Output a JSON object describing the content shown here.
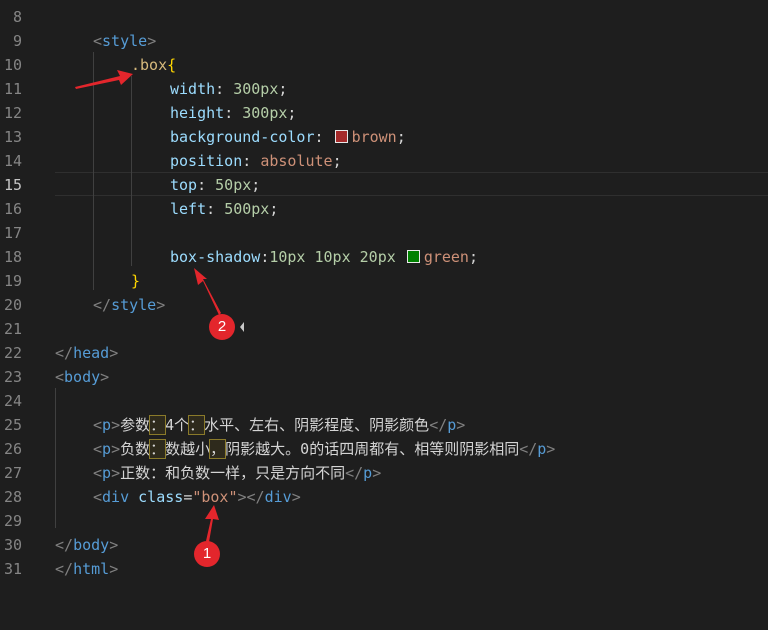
{
  "editor": {
    "active_line": "15",
    "lines": [
      {
        "n": "8"
      },
      {
        "n": "9",
        "open": "<",
        "tag": "style",
        "close": ">"
      },
      {
        "n": "10",
        "selector": ".box",
        "brace": "{"
      },
      {
        "n": "11",
        "prop": "width",
        "colon": ": ",
        "num": "300px",
        "semi": ";"
      },
      {
        "n": "12",
        "prop": "height",
        "colon": ": ",
        "num": "300px",
        "semi": ";"
      },
      {
        "n": "13",
        "prop": "background-color",
        "colon": ": ",
        "color_name": "brown",
        "semi": ";"
      },
      {
        "n": "14",
        "prop": "position",
        "colon": ": ",
        "kw": "absolute",
        "semi": ";"
      },
      {
        "n": "15",
        "prop": "top",
        "colon": ": ",
        "num": "50px",
        "semi": ";"
      },
      {
        "n": "16",
        "prop": "left",
        "colon": ": ",
        "num": "500px",
        "semi": ";"
      },
      {
        "n": "17"
      },
      {
        "n": "18",
        "prop": "box-shadow",
        "colon": ":",
        "num": "10px 10px 20px",
        "color_name": "green",
        "semi": ";"
      },
      {
        "n": "19",
        "brace": "}"
      },
      {
        "n": "20",
        "open": "</",
        "tag": "style",
        "close": ">"
      },
      {
        "n": "21"
      },
      {
        "n": "22",
        "open": "</",
        "tag": "head",
        "close": ">"
      },
      {
        "n": "23",
        "open": "<",
        "tag": "body",
        "close": ">"
      },
      {
        "n": "24"
      },
      {
        "n": "25",
        "open": "<",
        "tag": "p",
        "close": ">",
        "t1": "参数",
        "t2": "：",
        "t3": "4个",
        "t4": "：",
        "t5": "水平、左右、阴影程度、阴影颜色",
        "end_open": "</",
        "end_tag": "p",
        "end_close": ">"
      },
      {
        "n": "26",
        "open": "<",
        "tag": "p",
        "close": ">",
        "t1": "负数",
        "t2": "：",
        "t3": "数越小",
        "t4": "，",
        "t5": "阴影越大。0的话四周都有、相等则阴影相同",
        "end_open": "</",
        "end_tag": "p",
        "end_close": ">"
      },
      {
        "n": "27",
        "open": "<",
        "tag": "p",
        "close": ">",
        "t1": "正数：和负数一样，只是方向不同",
        "end_open": "</",
        "end_tag": "p",
        "end_close": ">"
      },
      {
        "n": "28",
        "open": "<",
        "tag": "div",
        "attr": "class",
        "eq": "=",
        "str": "\"box\"",
        "close": ">",
        "end_open": "</",
        "end_tag": "div",
        "end_close": ">"
      },
      {
        "n": "29"
      },
      {
        "n": "30",
        "open": "</",
        "tag": "body",
        "close": ">"
      },
      {
        "n": "31",
        "open": "</",
        "tag": "html",
        "close": ">"
      }
    ]
  },
  "colors": {
    "brown_swatch": "#a52a2a",
    "green_swatch": "#008000",
    "annotation_red": "#e3262c"
  },
  "annotations": {
    "badge_1": "1",
    "badge_2": "2"
  }
}
